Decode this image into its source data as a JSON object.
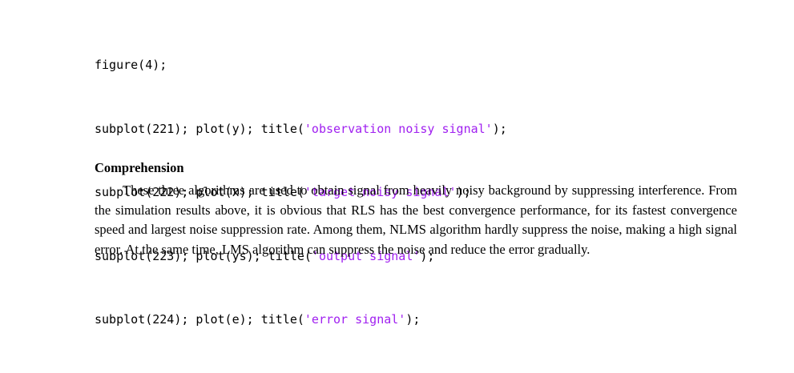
{
  "code": {
    "lines": [
      {
        "prefix": "figure(4);",
        "string": "",
        "suffix": ""
      },
      {
        "prefix": "subplot(221); plot(y); title(",
        "string": "'observation noisy signal'",
        "suffix": ");"
      },
      {
        "prefix": "subplot(222); plot(x); title(",
        "string": "'target noisy signal'",
        "suffix": ");"
      },
      {
        "prefix": "subplot(223); plot(ys); title(",
        "string": "'output signal'",
        "suffix": ");"
      },
      {
        "prefix": "subplot(224); plot(e); title(",
        "string": "'error signal'",
        "suffix": ");"
      }
    ],
    "string_color": "#a020f0"
  },
  "section": {
    "heading": "Comprehension",
    "paragraph": "These three algorithms are used to obtain signal from heavily noisy background by suppressing interference. From the simulation results above, it is obvious that RLS has the best convergence performance, for its fastest convergence speed and largest noise suppression rate. Among them, NLMS algorithm hardly suppress the noise, making a high signal error. At the same time, LMS algorithm can suppress the noise and reduce the error gradually."
  }
}
